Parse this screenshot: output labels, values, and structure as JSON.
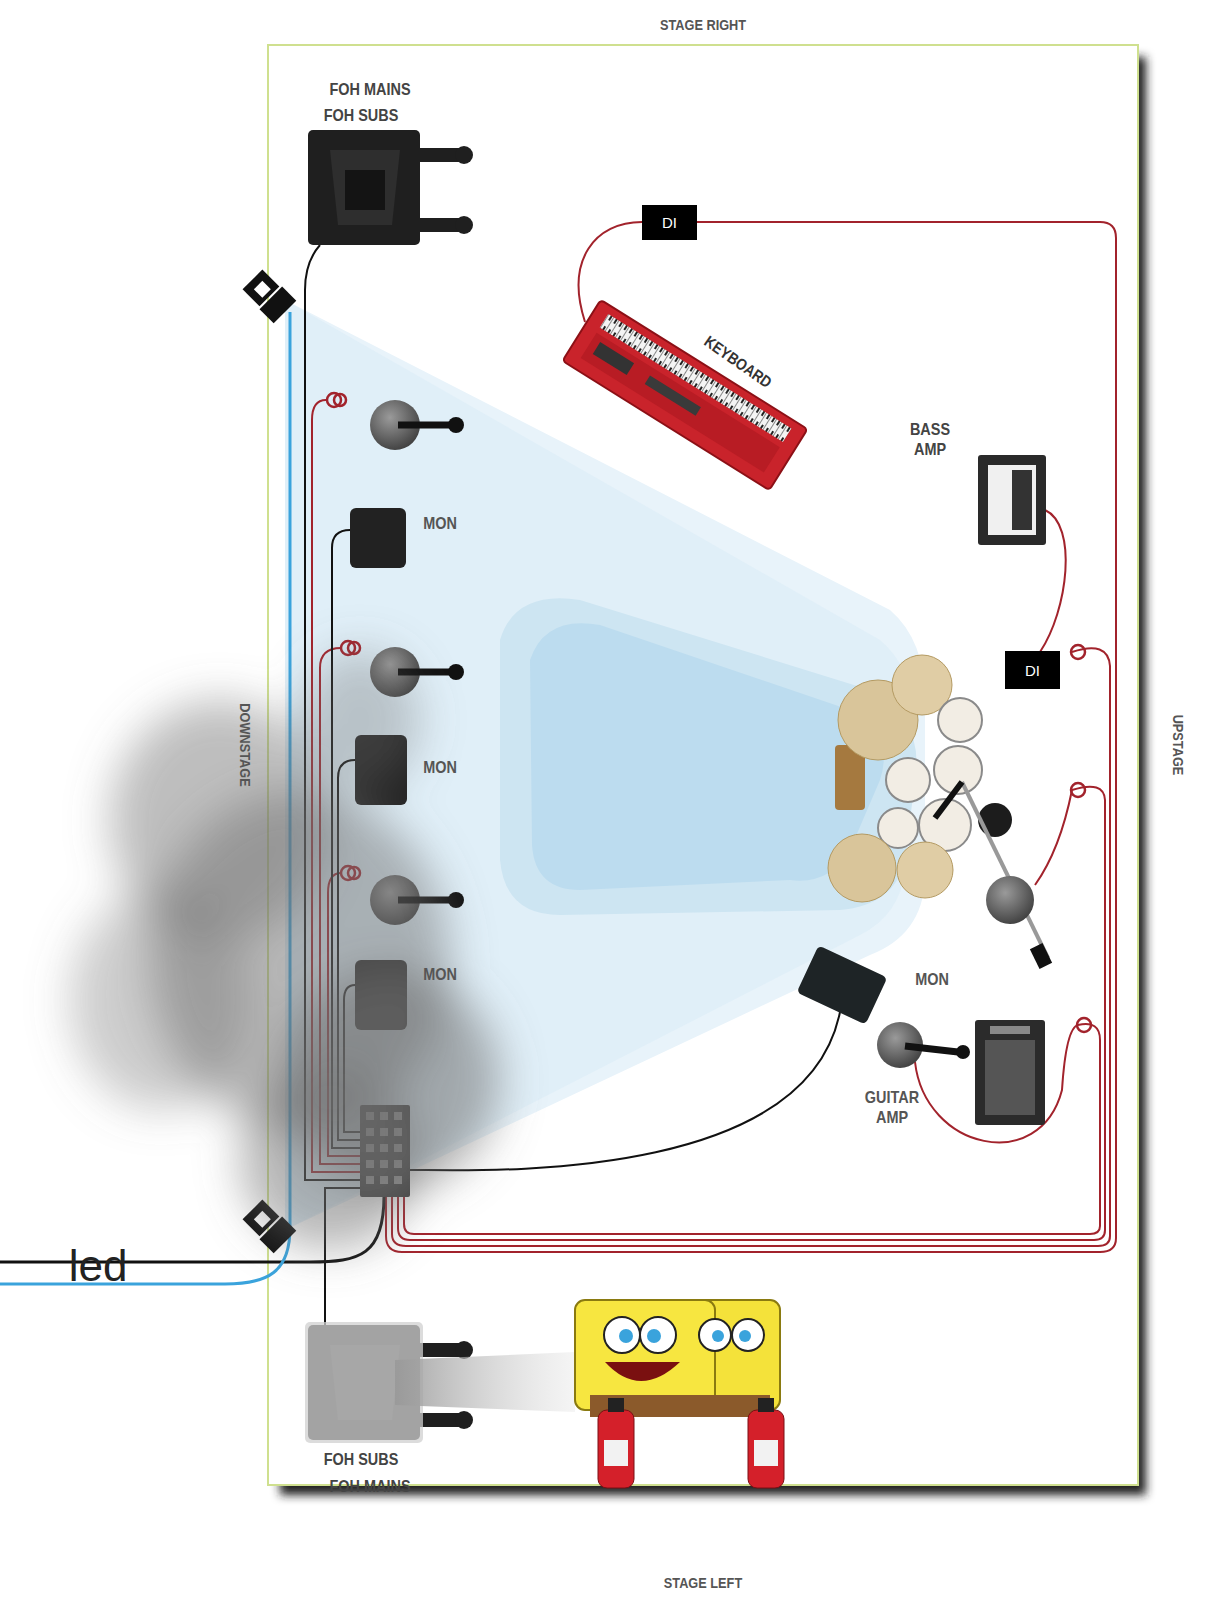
{
  "diagram": {
    "nodes": [
      {
        "text": [
          "DI"
        ]
      },
      {
        "text": [
          "DI"
        ]
      }
    ],
    "labels": [
      "STAGE RIGHT",
      "FOH MAINS",
      "FOH SUBS",
      "KEYBOARD",
      "BASS AMP",
      "MON",
      "DOWNSTAGE",
      "UPSTAGE",
      "MON",
      "MON",
      "MON",
      "GUITAR AMP",
      "led",
      "FOH SUBS",
      "FOH MAINS",
      "STAGE LEFT"
    ]
  }
}
